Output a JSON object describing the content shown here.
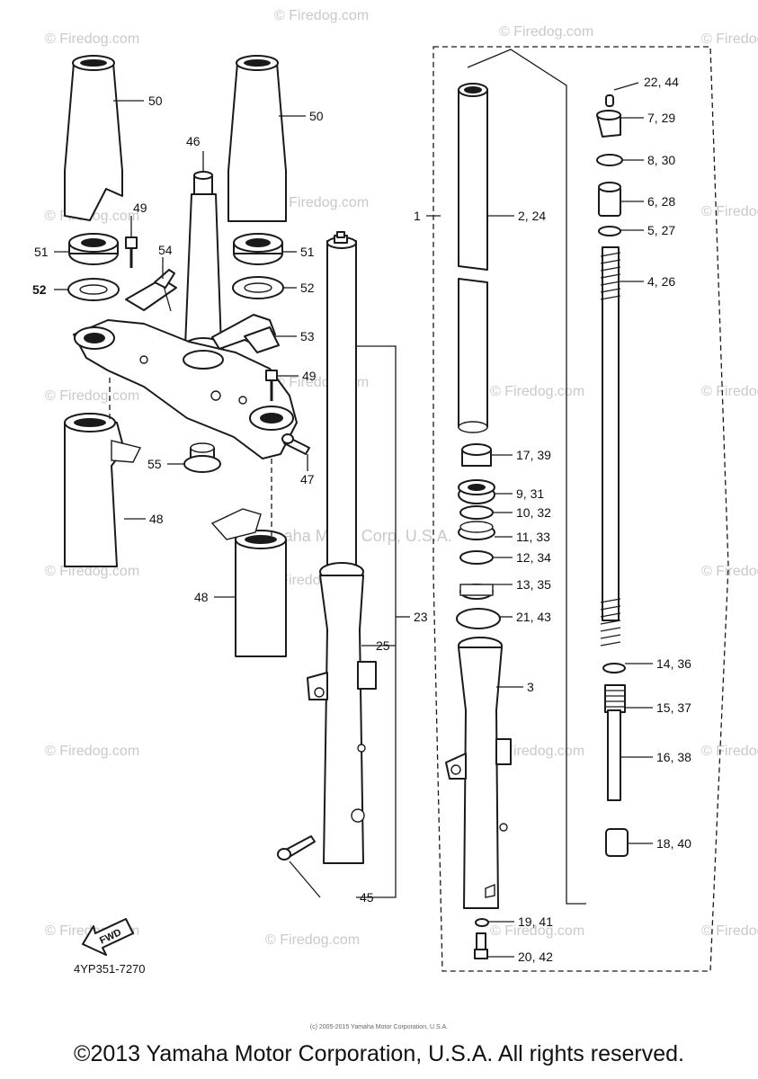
{
  "watermarks": {
    "repeat": "© Firedog.com",
    "center": "Yamaha Motor Corp, U.S.A."
  },
  "labels": {
    "l50a": "50",
    "l50b": "50",
    "l46": "46",
    "l49a": "49",
    "l54": "54",
    "l51a": "51",
    "l51b": "51",
    "l52a": "52",
    "l52b": "52",
    "l53": "53",
    "l49b": "49",
    "l47": "47",
    "l55": "55",
    "l48a": "48",
    "l48b": "48",
    "l1": "1",
    "l2_24": "2, 24",
    "l3": "3",
    "l23": "23",
    "l25": "25",
    "l45": "45",
    "l17_39": "17, 39",
    "l9_31": "9, 31",
    "l10_32": "10, 32",
    "l11_33": "11, 33",
    "l12_34": "12, 34",
    "l13_35": "13, 35",
    "l21_43": "21, 43",
    "l19_41": "19, 41",
    "l20_42": "20, 42",
    "l22_44": "22, 44",
    "l7_29": "7, 29",
    "l8_30": "8, 30",
    "l6_28": "6, 28",
    "l5_27": "5, 27",
    "l4_26": "4, 26",
    "l14_36": "14, 36",
    "l15_37": "15, 37",
    "l16_38": "16, 38",
    "l18_40": "18, 40"
  },
  "fwd_arrow": "FWD",
  "part_code": "4YP351-7270",
  "fine_print": "(c) 2005-2015 Yamaha Motor Corporation, U.S.A.",
  "copyright": "©2013 Yamaha Motor Corporation, U.S.A. All rights reserved."
}
